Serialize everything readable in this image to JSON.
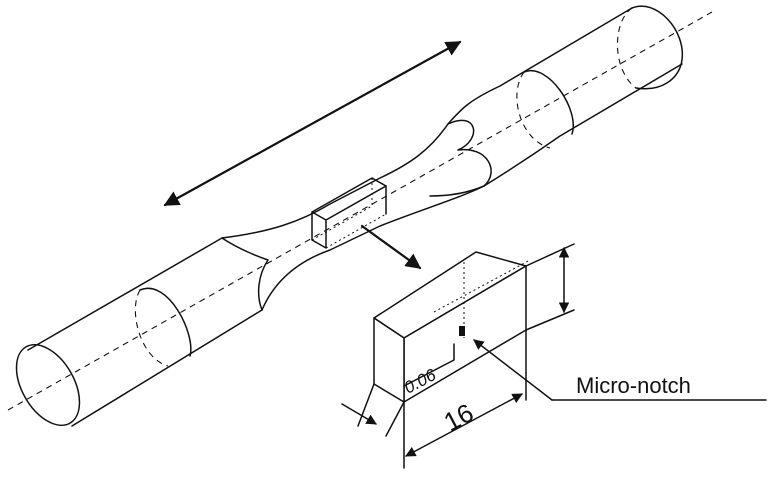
{
  "labels": {
    "notch_callout": "Micro-notch",
    "length_dimension": "16",
    "notch_dimension": "0.06"
  },
  "colors": {
    "stroke": "#111111",
    "background": "#ffffff"
  }
}
